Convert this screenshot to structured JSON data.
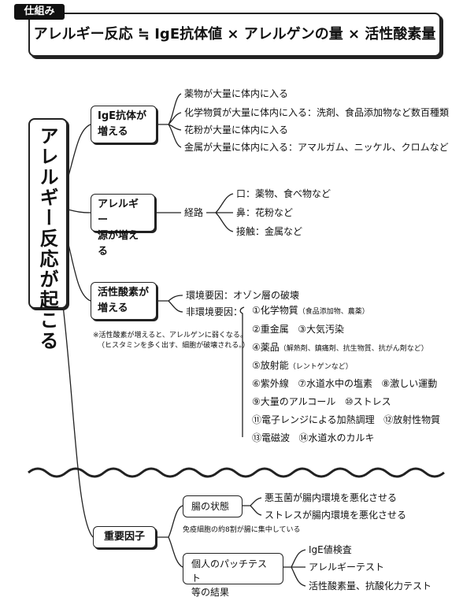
{
  "header": {
    "tag": "仕組み",
    "formula": "アレルギー反応 ≒ IgE抗体値 × アレルゲンの量 × 活性酸素量"
  },
  "root": "アレルギー反応が起こる",
  "branches": {
    "ige": {
      "label_line1": "IgE抗体が",
      "label_line2": "増える",
      "items": [
        "薬物が大量に体内に入る",
        "化学物質が大量に体内に入る：洗剤、食品添加物など数百種類",
        "花粉が大量に体内に入る",
        "金属が大量に体内に入る：アマルガム、ニッケル、クロムなど"
      ]
    },
    "allergen": {
      "label_line1": "アレルギー",
      "label_line2": "源が増える",
      "route": "経路",
      "items": [
        "口：薬物、食べ物など",
        "鼻：花粉など",
        "接触：金属など"
      ]
    },
    "oxygen": {
      "label_line1": "活性酸素が",
      "label_line2": "増える",
      "env": "環境要因：オゾン層の破壊",
      "nonenv": "非環境要因：",
      "note_line1": "※活性酸素が増えると、アレルゲンに弱くなる。",
      "note_line2": "（ヒスタミンを多く出す、細胞が破壊される。）",
      "factors": [
        "①化学物質",
        "（食品添加物、農薬）",
        "②重金属",
        "③大気汚染",
        "④薬品",
        "（解熱剤、鎮痛剤、抗生物質、抗がん剤など）",
        "⑤放射能",
        "（レントゲンなど）",
        "⑥紫外線",
        "⑦水道水中の塩素",
        "⑧激しい運動",
        "⑨大量のアルコール",
        "⑩ストレス",
        "⑪電子レンジによる加熱調理",
        "⑫放射性物質",
        "⑬電磁波",
        "⑭水道水のカルキ"
      ]
    },
    "important": {
      "label": "重要因子",
      "gut_label": "腸の状態",
      "gut_items": [
        "悪玉菌が腸内環境を悪化させる",
        "ストレスが腸内環境を悪化させる"
      ],
      "immune_note": "免疫細胞の約8割が腸に集中している",
      "patch_line1": "個人のパッチテスト",
      "patch_line2": "等の結果",
      "patch_items": [
        "IgE値検査",
        "アレルギーテスト",
        "活性酸素量、抗酸化力テスト"
      ]
    }
  }
}
